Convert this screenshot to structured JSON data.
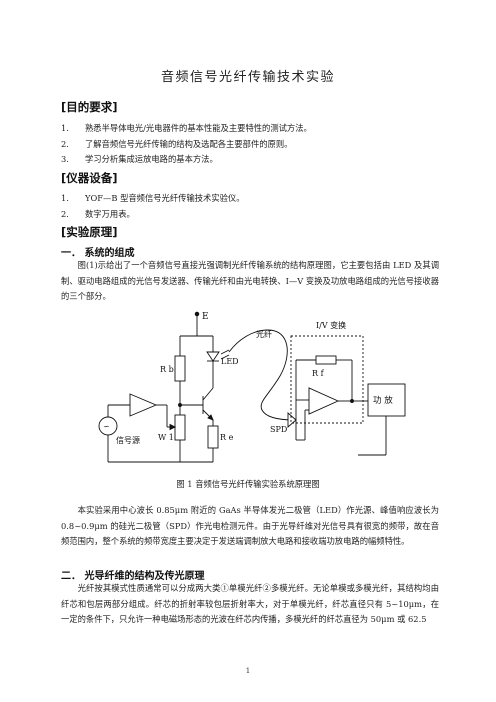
{
  "doc": {
    "title": "音频信号光纤传输技术实验",
    "sections": {
      "objectives": "[目的要求]",
      "equipment": "[仪器设备]",
      "principle": "[实验原理]"
    },
    "objectives_items": [
      {
        "num": "1.",
        "text": "熟悉半导体电光/光电器件的基本性能及主要特性的测试方法。"
      },
      {
        "num": "2.",
        "text": "了解音频信号光纤传输的结构及选配各主要部件的原则。"
      },
      {
        "num": "3.",
        "text": "学习分析集成运放电路的基本方法。"
      }
    ],
    "equipment_items": [
      {
        "num": "1.",
        "text": "YOF—B 型音频信号光纤传输技术实验仪。"
      },
      {
        "num": "2.",
        "text": "数字万用表。"
      }
    ],
    "sub1": "一．  系统的组成",
    "para1": "图(1)示给出了一个音频信号直接光强调制光纤传输系统的结构原理图，它主要包括由 LED 及其调制、驱动电路组成的光信号发送器、传输光纤和由光电转换、I—V 变换及功放电路组成的光信号接收器的三个部分。",
    "diagram": {
      "label_E": "E",
      "label_fiber": "光纤",
      "label_iv": "I/V 变换",
      "label_led": "LED",
      "label_rb": "R b",
      "label_rf": "R f",
      "label_re": "R e",
      "label_w": "W 1",
      "label_spd": "SPD",
      "label_amp": "功 放",
      "label_src": "信号源",
      "label_srcsym": "∽"
    },
    "caption": "图 1  音频信号光纤传输实验系统原理图",
    "para2": "本实验采用中心波长 0.85μm 附近的 GaAs 半导体发光二极管（LED）作光源、峰值响应波长为 0.8~0.9μm 的硅光二极管（SPD）作光电检测元件。由于光导纤维对光信号具有很宽的频带，故在音频范围内，整个系统的频带宽度主要决定于发送端调制放大电路和接收端功放电路的幅频特性。",
    "sub2": "二．  光导纤维的结构及传光原理",
    "para3": "光纤按其模式性质通常可以分成两大类①单模光纤②多模光纤。无论单模或多模光纤，其结构均由纤芯和包层两部分组成。纤芯的折射率较包层折射率大，对于单模光纤，纤芯直径只有 5~10μm，在一定的条件下，只允许一种电磁场形态的光波在纤芯内传播，多模光纤的纤芯直径为 50μm 或 62.5",
    "page_number": "1"
  }
}
